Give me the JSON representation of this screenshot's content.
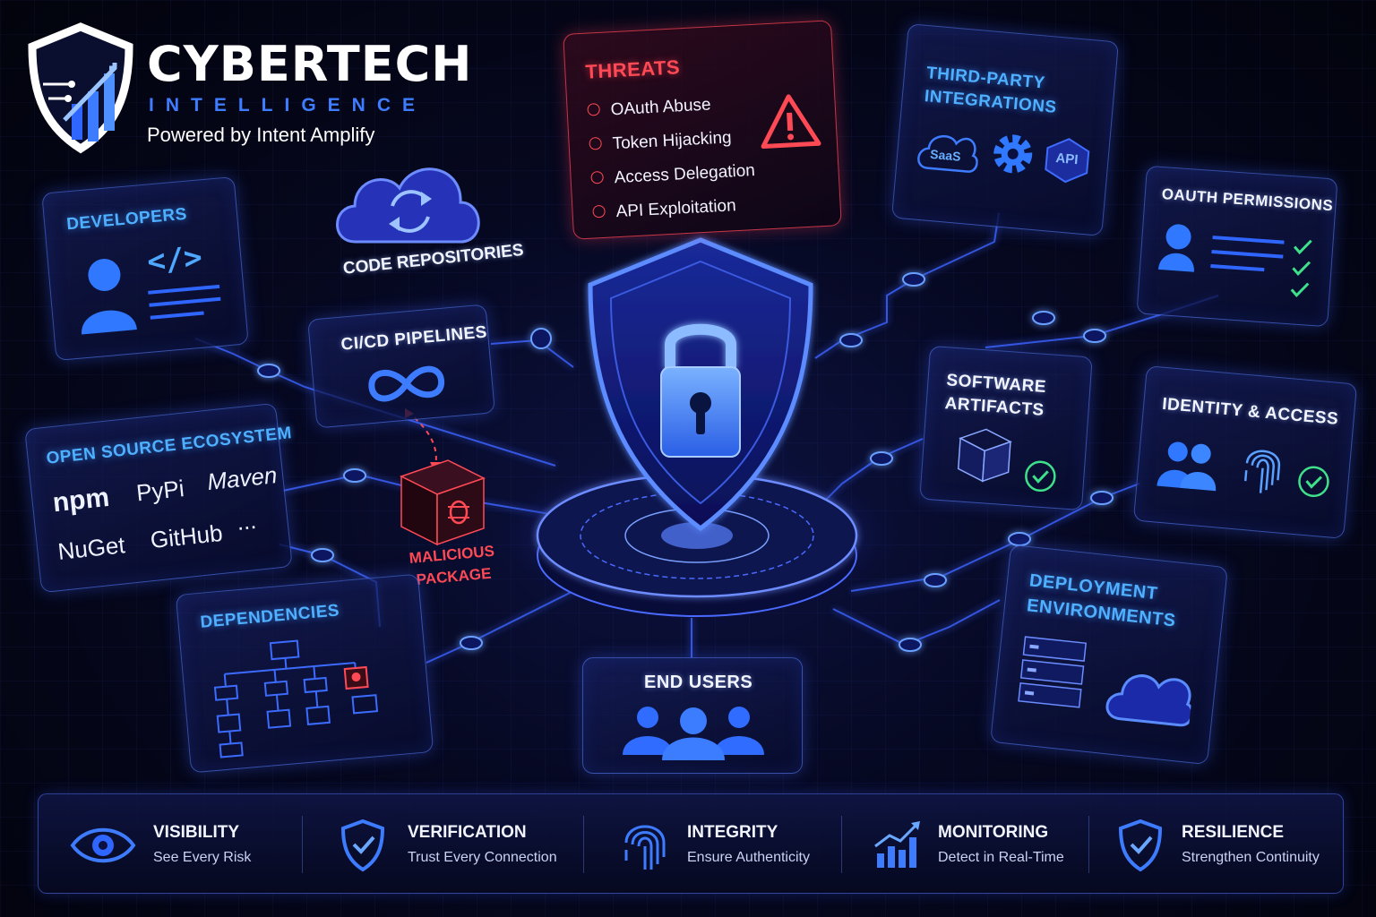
{
  "brand": {
    "name": "CYBERTECH",
    "tagline": "INTELLIGENCE",
    "powered_by": "Powered by Intent Amplify"
  },
  "threats": {
    "title": "THREATS",
    "items": [
      "OAuth Abuse",
      "Token Hijacking",
      "Access Delegation",
      "API Exploitation"
    ]
  },
  "nodes": {
    "developers": "DEVELOPERS",
    "code_repositories": "CODE REPOSITORIES",
    "cicd": "CI/CD PIPELINES",
    "open_source": "OPEN SOURCE ECOSYSTEM",
    "ecosystems": [
      "npm",
      "PyPi",
      "Maven",
      "NuGet",
      "GitHub",
      "..."
    ],
    "malicious_package": [
      "MALICIOUS",
      "PACKAGE"
    ],
    "dependencies": "DEPENDENCIES",
    "end_users": "END USERS",
    "third_party": [
      "THIRD-PARTY",
      "INTEGRATIONS"
    ],
    "saas": "SaaS",
    "api": "API",
    "oauth": "OAUTH PERMISSIONS",
    "software_artifacts": [
      "SOFTWARE",
      "ARTIFACTS"
    ],
    "identity_access": "IDENTITY & ACCESS",
    "deployment": [
      "DEPLOYMENT",
      "ENVIRONMENTS"
    ]
  },
  "pillars": [
    {
      "title": "VISIBILITY",
      "subtitle": "See Every Risk",
      "icon": "eye-icon"
    },
    {
      "title": "VERIFICATION",
      "subtitle": "Trust Every Connection",
      "icon": "shield-check-icon"
    },
    {
      "title": "INTEGRITY",
      "subtitle": "Ensure Authenticity",
      "icon": "fingerprint-icon"
    },
    {
      "title": "MONITORING",
      "subtitle": "Detect in Real-Time",
      "icon": "chart-up-icon"
    },
    {
      "title": "RESILIENCE",
      "subtitle": "Strengthen Continuity",
      "icon": "shield-check-icon"
    }
  ],
  "colors": {
    "accent": "#4fb0ff",
    "threat": "#ff4a55",
    "check": "#3ee08a",
    "panel_border": "#5a82ff"
  }
}
